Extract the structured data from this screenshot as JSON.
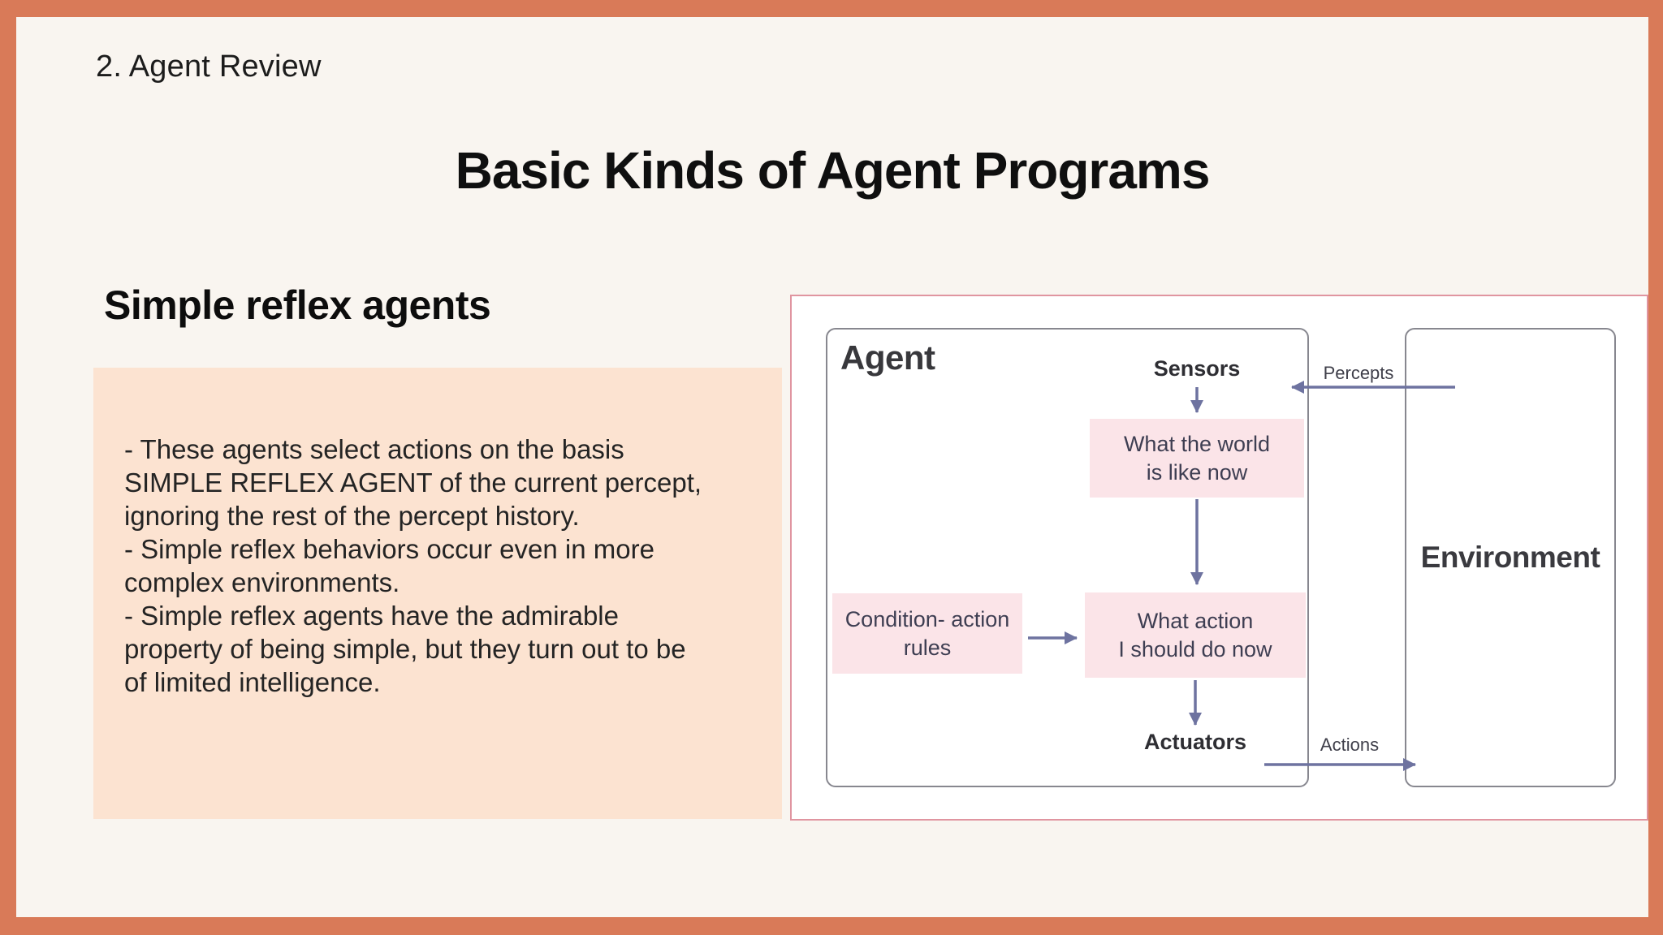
{
  "slide": {
    "kicker": "2. Agent Review",
    "title": "Basic Kinds of Agent Programs",
    "section_heading": "Simple reflex agents",
    "bullets": [
      "- These agents select actions on the basis\nSIMPLE REFLEX AGENT of the current percept,\nignoring the rest of the percept history.",
      "- Simple reflex behaviors occur even in more\ncomplex environments.",
      "- Simple reflex agents have the admirable\nproperty of being simple, but they turn out to be\nof limited intelligence."
    ]
  },
  "diagram": {
    "agent_label": "Agent",
    "environment_label": "Environment",
    "sensors_label": "Sensors",
    "actuators_label": "Actuators",
    "percepts_label": "Percepts",
    "actions_label": "Actions",
    "world_box": "What the world\nis like now",
    "rules_box": "Condition- action\nrules",
    "action_box": "What action\nI should do now"
  },
  "colors": {
    "frame": "#D97A58",
    "slide-bg": "#F9F5F0",
    "note-bg": "#FCE3D1",
    "panel-border": "#E095A0",
    "pink-box": "#FBE4E8",
    "arrow": "#6E73A0",
    "box-border": "#87878F",
    "text-dark": "#1C1C1C",
    "diagram-text": "#3E3E52"
  }
}
